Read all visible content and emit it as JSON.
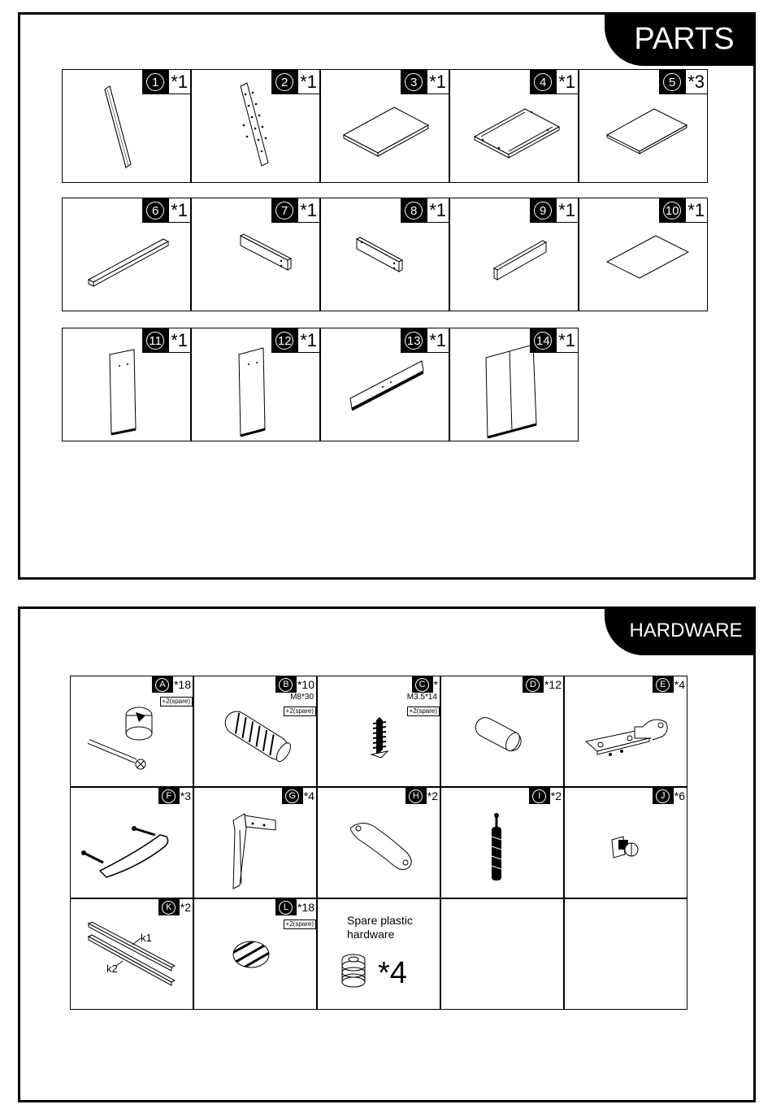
{
  "parts": {
    "title": "PARTS",
    "items": [
      {
        "num": "1",
        "qty": "*1"
      },
      {
        "num": "2",
        "qty": "*1"
      },
      {
        "num": "3",
        "qty": "*1"
      },
      {
        "num": "4",
        "qty": "*1"
      },
      {
        "num": "5",
        "qty": "*3"
      },
      {
        "num": "6",
        "qty": "*1"
      },
      {
        "num": "7",
        "qty": "*1"
      },
      {
        "num": "8",
        "qty": "*1"
      },
      {
        "num": "9",
        "qty": "*1"
      },
      {
        "num": "10",
        "qty": "*1"
      },
      {
        "num": "11",
        "qty": "*1"
      },
      {
        "num": "12",
        "qty": "*1"
      },
      {
        "num": "13",
        "qty": "*1"
      },
      {
        "num": "14",
        "qty": "*1"
      }
    ]
  },
  "hardware": {
    "title": "HARDWARE",
    "items": [
      {
        "letter": "A",
        "qty": "*18",
        "spec": "",
        "spare": "+2(spare)"
      },
      {
        "letter": "B",
        "qty": "*10",
        "spec": "M8*30",
        "spare": "+2(spare)"
      },
      {
        "letter": "C",
        "qty": "*",
        "spec": "M3.5*14",
        "spare": "+2(spare)"
      },
      {
        "letter": "D",
        "qty": "*12",
        "spec": "",
        "spare": ""
      },
      {
        "letter": "E",
        "qty": "*4",
        "spec": "",
        "spare": ""
      },
      {
        "letter": "F",
        "qty": "*3",
        "spec": "",
        "spare": ""
      },
      {
        "letter": "G",
        "qty": "*4",
        "spec": "",
        "spare": ""
      },
      {
        "letter": "H",
        "qty": "*2",
        "spec": "",
        "spare": ""
      },
      {
        "letter": "I",
        "qty": "*2",
        "spec": "",
        "spare": ""
      },
      {
        "letter": "J",
        "qty": "*6",
        "spec": "",
        "spare": ""
      },
      {
        "letter": "K",
        "qty": "*2",
        "spec": "",
        "spare": "",
        "labels": [
          "k1",
          "k2"
        ]
      },
      {
        "letter": "L",
        "qty": "*18",
        "spec": "",
        "spare": "+2(spare)"
      }
    ],
    "spare_note": "Spare plastic hardware",
    "spare_qty": "*4"
  }
}
